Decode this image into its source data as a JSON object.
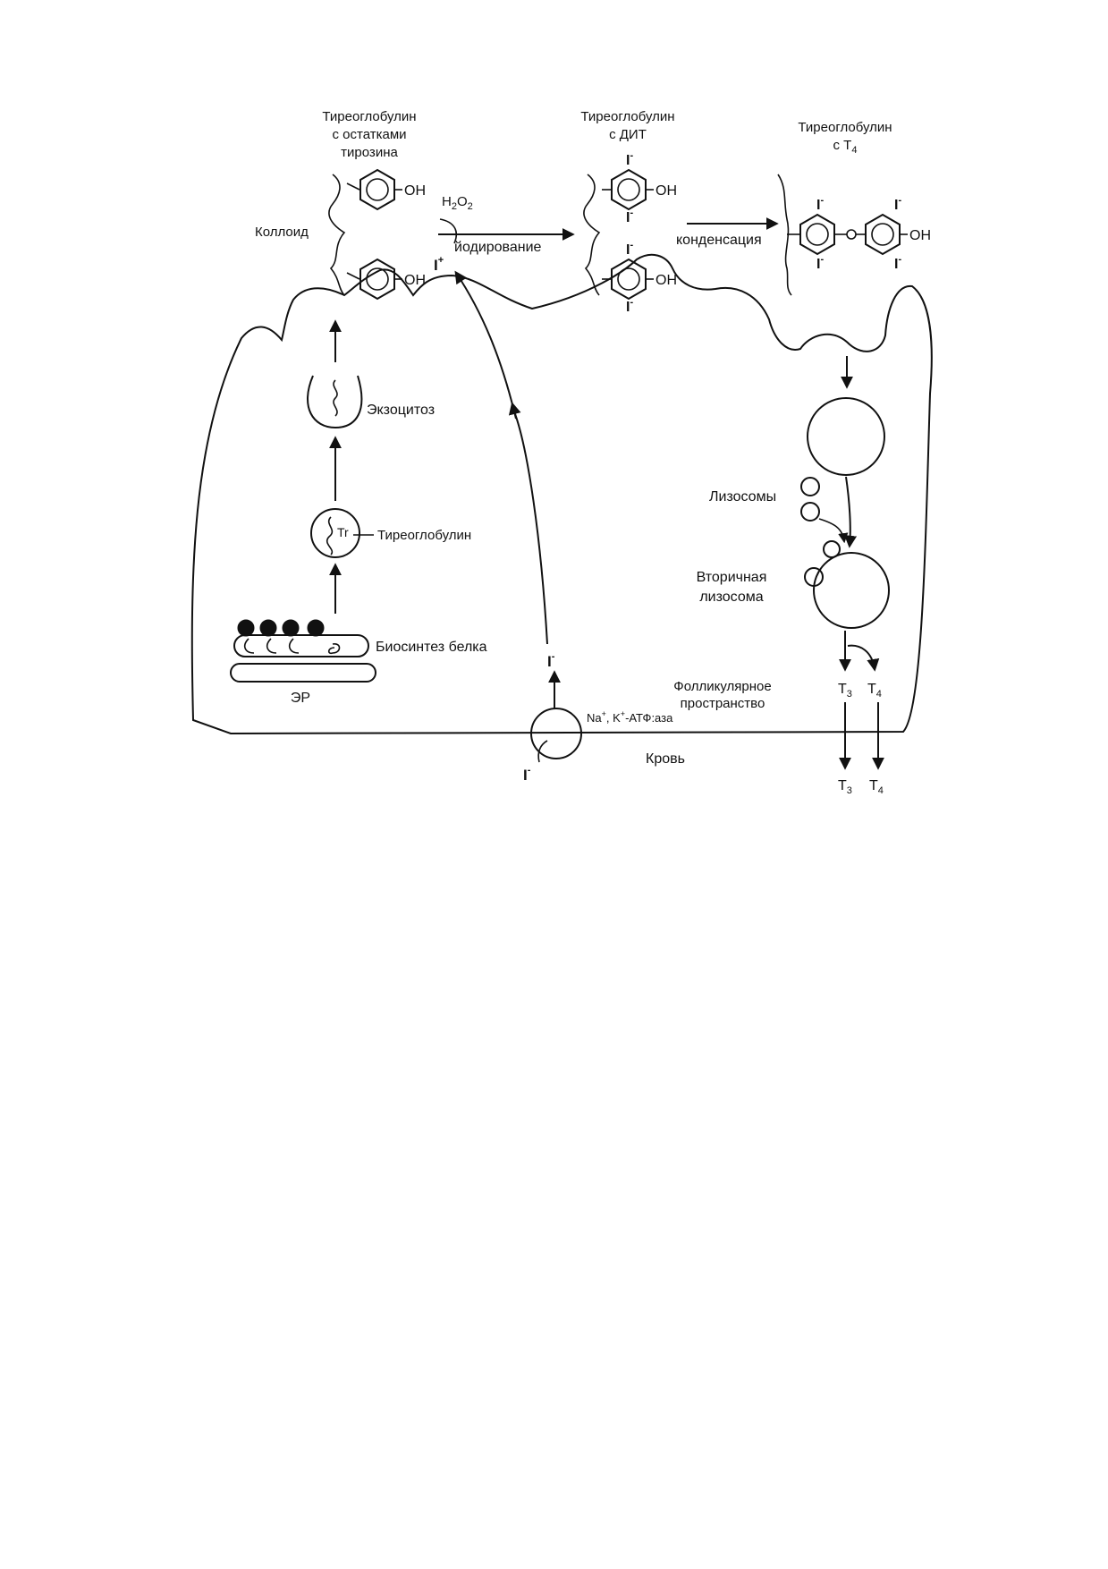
{
  "labels": {
    "tg_tyrosine": [
      "Тиреоглобулин",
      "с остатками",
      "тирозина"
    ],
    "tg_dit": [
      "Тиреоглобулин",
      "с ДИТ"
    ],
    "tg_t4_line1": "Тиреоглобулин",
    "tg_t4_line2_prefix": "с Т",
    "tg_t4_line2_sub": "4",
    "colloid": "Коллоид",
    "h2o2_h": "H",
    "h2o2_sub1": "2",
    "h2o2_o": "O",
    "h2o2_sub2": "2",
    "iodination": "йодирование",
    "condensation": "конденсация",
    "iodine_plus": "I",
    "iodine_plus_sup": "+",
    "iodide": "I",
    "iodide_sup": "-",
    "oh": "OH",
    "bridge_o": "O",
    "exocytosis": "Экзоцитоз",
    "thyroglobulin": "Тиреоглобулин",
    "tg_abbr": "Tr",
    "biosynthesis": "Биосинтез белка",
    "er": "ЭР",
    "lysosomes": "Лизосомы",
    "secondary_lysosome": [
      "Вторичная",
      "лизосома"
    ],
    "follicular_space": [
      "Фолликулярное",
      "пространство"
    ],
    "atpase": [
      "Na",
      "+",
      ", K",
      "+",
      "-АТФ:аза"
    ],
    "blood": "Кровь",
    "t3_letter": "T",
    "t3_sub": "3",
    "t4_letter": "T",
    "t4_sub": "4"
  },
  "colors": {
    "ink": "#111111",
    "background": "#ffffff"
  }
}
